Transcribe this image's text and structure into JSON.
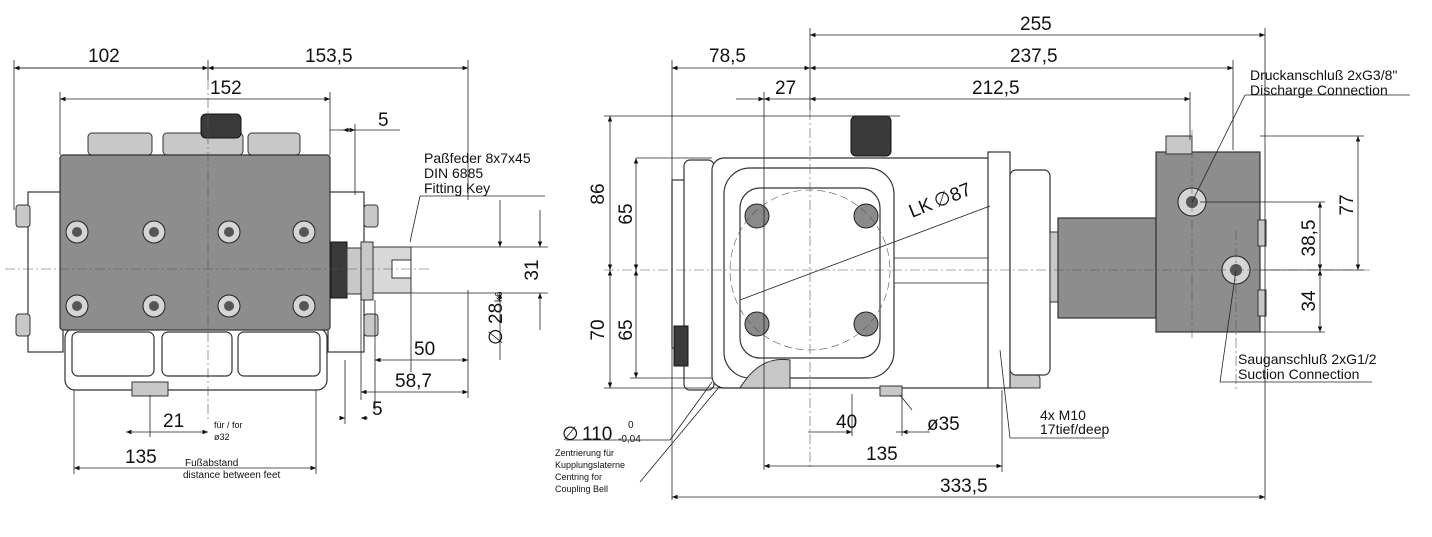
{
  "dims_left": {
    "d102": "102",
    "d153_5": "153,5",
    "d152": "152",
    "d5_top": "5",
    "d31": "31",
    "d28": "28",
    "d28_tol": "k6",
    "d50": "50",
    "d58_7": "58,7",
    "d5_bottom": "5",
    "d21": "21",
    "d135": "135"
  },
  "notes_left": {
    "key_line1": "Paßfeder 8x7x45",
    "key_line2": "DIN 6885",
    "key_line3": "Fitting Key",
    "for_line1": "für / for",
    "for_line2": "ø32",
    "feet_line1": "Fußabstand",
    "feet_line2": "distance between feet"
  },
  "dims_right": {
    "d255": "255",
    "d78_5": "78,5",
    "d237_5": "237,5",
    "d27": "27",
    "d212_5": "212,5",
    "d86": "86",
    "d65_top": "65",
    "d70": "70",
    "d65_bottom": "65",
    "lk": "LK",
    "lk_val": "87",
    "d77": "77",
    "d38_5": "38,5",
    "d34": "34",
    "d110": "110",
    "d110_upper": "0",
    "d110_lower": "-0,04",
    "d40": "40",
    "d35": "ø35",
    "d135": "135",
    "d333_5": "333,5"
  },
  "notes_right": {
    "discharge_line1": "Druckanschluß 2xG3/8\"",
    "discharge_line2": "Discharge Connection",
    "suction_line1": "Sauganschluß 2xG1/2",
    "suction_line2": "Suction Connection",
    "m10_line1": "4x M10",
    "m10_line2": "17tief/deep",
    "centring_line1": "Zentrierung für",
    "centring_line2": "Kupplungslaterne",
    "centring_line3": "Centring for",
    "centring_line4": "Coupling Bell"
  },
  "symbols": {
    "diameter": "∅"
  }
}
